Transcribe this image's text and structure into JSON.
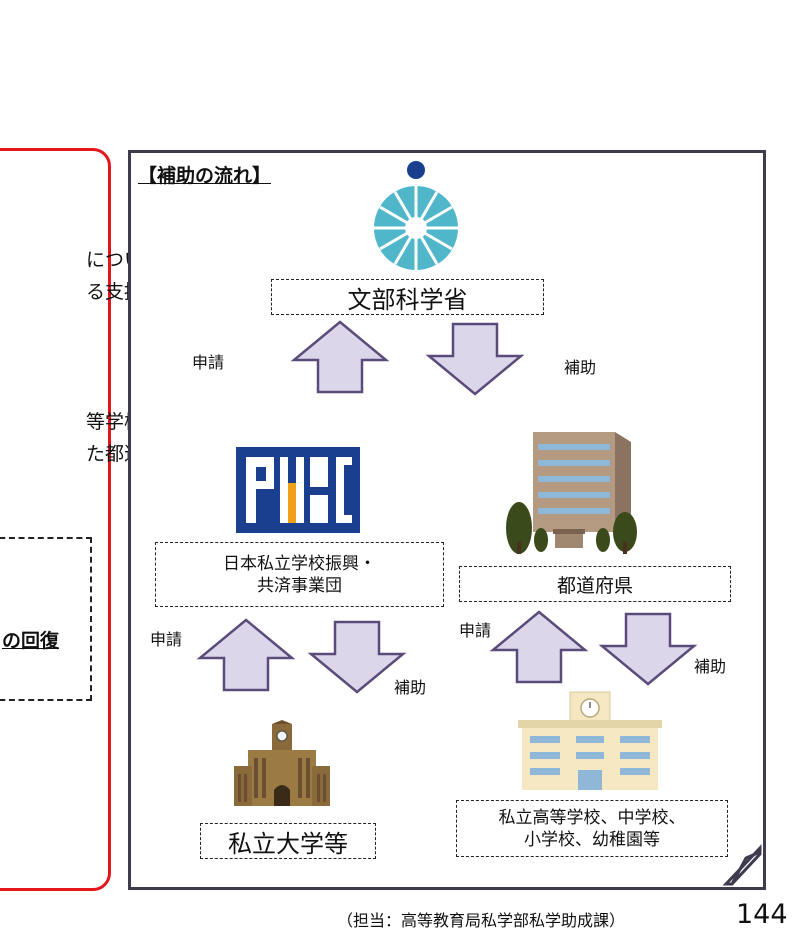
{
  "left_panel": {
    "fragments": [
      "について、",
      "る支援を",
      "等学校",
      "た都道"
    ],
    "bold_fragment": "の回復"
  },
  "flow": {
    "title": "【補助の流れ】",
    "ministry": "文部科学省",
    "foundation_line1": "日本私立学校振興・",
    "foundation_line2": "共済事業団",
    "prefecture": "都道府県",
    "university": "私立大学等",
    "schools_line1": "私立高等学校、中学校、",
    "schools_line2": "小学校、幼稚園等",
    "apply_label": "申請",
    "subsidy_label": "補助"
  },
  "footer": {
    "contact": "（担当：高等教育局私学部私学助成課）",
    "page_number": "144"
  },
  "colors": {
    "red_border": "#e3161c",
    "frame": "#3f3a4e",
    "arrow_fill": "#dcd6ea",
    "arrow_stroke": "#5b4b7a",
    "emblem": "#4fb7c9",
    "navy": "#1a3f8f",
    "orange": "#f0a019"
  },
  "icons": [
    "mext-emblem-icon",
    "pmac-logo-icon",
    "office-building-icon",
    "university-building-icon",
    "school-building-icon"
  ]
}
